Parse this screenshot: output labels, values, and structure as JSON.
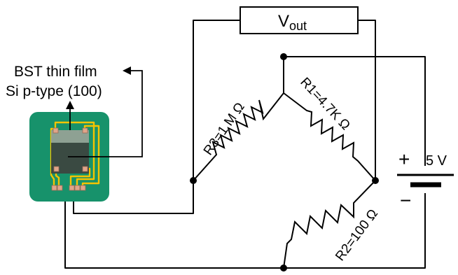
{
  "labels": {
    "vout_main": "V",
    "vout_sub": "out",
    "bst": "BST thin film",
    "si": "Si p-type (100)",
    "r1": "R1=4.7K Ω",
    "r2": "R2=100 Ω",
    "r3": "R3=1 M Ω",
    "plus": "+",
    "minus": "−",
    "voltage": "5 V"
  },
  "colors": {
    "wire": "#000000",
    "board": "#17926b",
    "trace": "#f4c400",
    "chip": "#3a4a42",
    "film": "#8ea193",
    "pad": "#e0a58a"
  }
}
